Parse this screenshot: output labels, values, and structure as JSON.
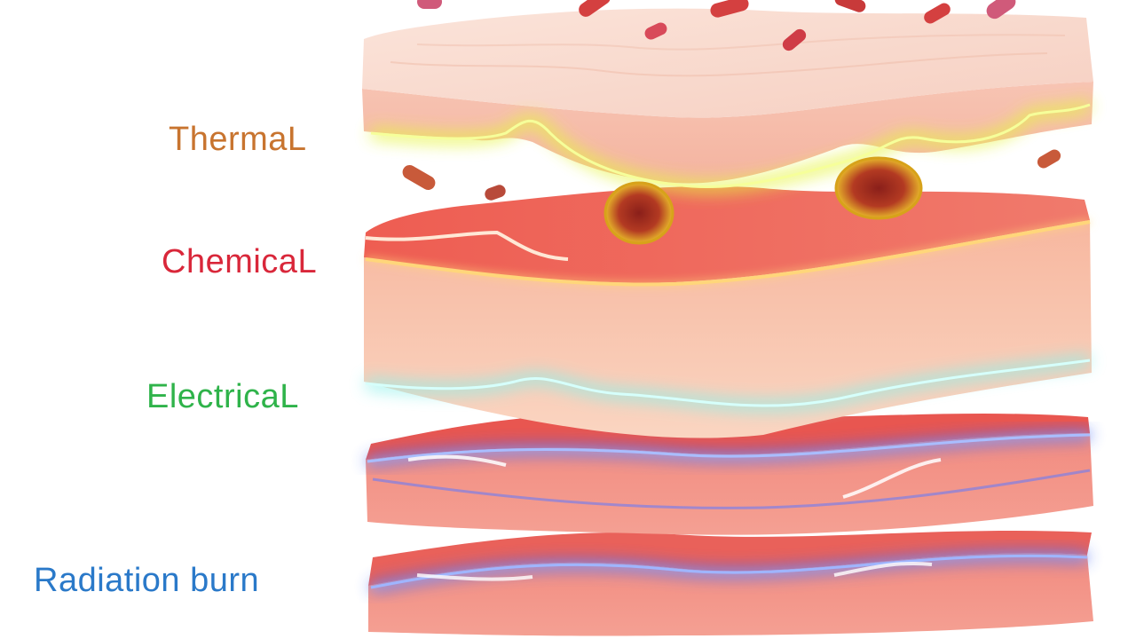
{
  "labels": {
    "thermal": "ThermaL",
    "chemical": "ChemicaL",
    "electrical": "ElectricaL",
    "radiation": "Radiation burn"
  },
  "colors": {
    "thermal": "#c8742f",
    "chemical": "#d9273a",
    "electrical": "#2fb34a",
    "radiation": "#2a79c9",
    "thermal_glow": "#e6f542",
    "electrical_glow": "#8ef0ea",
    "radiation_glow": "#4a6cf5",
    "skin_top": "#f8d8cc",
    "skin_side": "#f3b9a6",
    "dermis_top": "#ef6a5c",
    "dermis_side": "#f6c0a8",
    "muscle_top": "#e85a55",
    "muscle_side": "#f08c82"
  },
  "layers": [
    {
      "name": "thermal-layer"
    },
    {
      "name": "chemical-layer"
    },
    {
      "name": "electrical-layer"
    },
    {
      "name": "radiation-layer"
    }
  ]
}
